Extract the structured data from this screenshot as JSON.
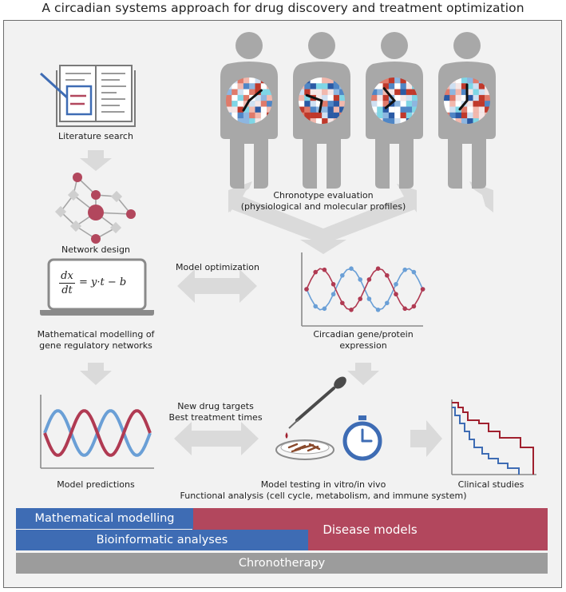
{
  "title": "A circadian systems approach for drug discovery and treatment optimization",
  "steps": {
    "literature": "Literature search",
    "network": "Network design",
    "modelling_line1": "Mathematical modelling of",
    "modelling_line2": "gene regulatory networks",
    "predictions": "Model predictions",
    "chronotype_line1": "Chronotype evaluation",
    "chronotype_line2": "(physiological and molecular profiles)",
    "optimization": "Model optimization",
    "expression_line1": "Circadian gene/protein",
    "expression_line2": "expression",
    "targets_line1": "New drug targets",
    "targets_line2": "Best treatment times",
    "testing_line1": "Model testing in vitro/in vivo",
    "testing_line2": "Functional analysis (cell cycle, metabolism, and immune system)",
    "clinical": "Clinical studies"
  },
  "equation": {
    "num": "dx",
    "den": "dt",
    "rhs": "= y·t  − b"
  },
  "bars": {
    "mathematical": "Mathematical modelling",
    "disease": "Disease models",
    "bioinformatic": "Bioinformatic analyses",
    "chrono": "Chronotherapy"
  },
  "colors": {
    "blue": "#3e6cb4",
    "red": "#b2475d",
    "gray": "#9c9c9c",
    "arrow": "#d9d9d9",
    "silhouette": "#a8a8a8",
    "wave_red": "#b03a52",
    "wave_blue": "#6a9fd6"
  },
  "icons": [
    "book-icon",
    "network-icon",
    "laptop-icon",
    "person-icon",
    "clock-icon",
    "wave-chart-icon",
    "petri-dish-icon",
    "pipette-icon",
    "stopwatch-icon",
    "survival-chart-icon"
  ]
}
